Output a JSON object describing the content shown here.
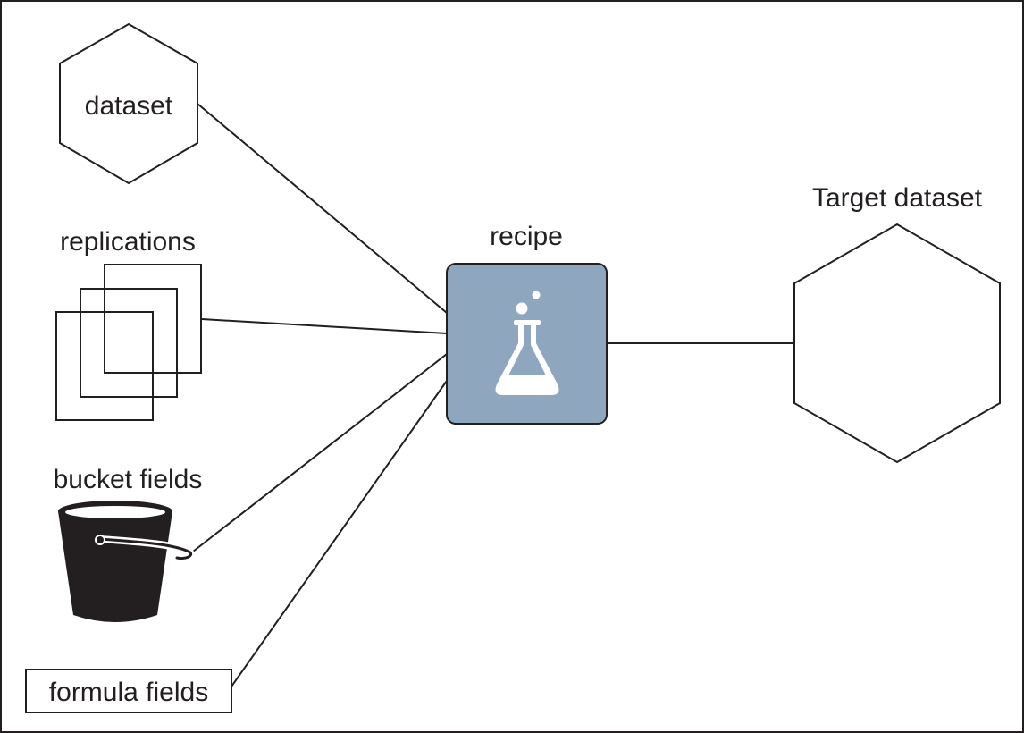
{
  "nodes": {
    "dataset": {
      "label": "dataset"
    },
    "replications": {
      "label": "replications"
    },
    "bucket_fields": {
      "label": "bucket fields"
    },
    "formula_fields": {
      "label": "formula fields"
    },
    "recipe": {
      "label": "recipe"
    },
    "target_dataset": {
      "label": "Target dataset"
    }
  },
  "edges": [
    {
      "from": "dataset",
      "to": "recipe"
    },
    {
      "from": "replications",
      "to": "recipe"
    },
    {
      "from": "bucket_fields",
      "to": "recipe"
    },
    {
      "from": "formula_fields",
      "to": "recipe"
    },
    {
      "from": "recipe",
      "to": "target_dataset"
    }
  ],
  "icons": {
    "recipe": "flask-icon",
    "bucket_fields": "bucket-icon",
    "replications": "stacked-squares-icon"
  },
  "colors": {
    "recipe_fill": "#8fa7be",
    "stroke": "#231f20",
    "icon_white": "#ffffff"
  }
}
